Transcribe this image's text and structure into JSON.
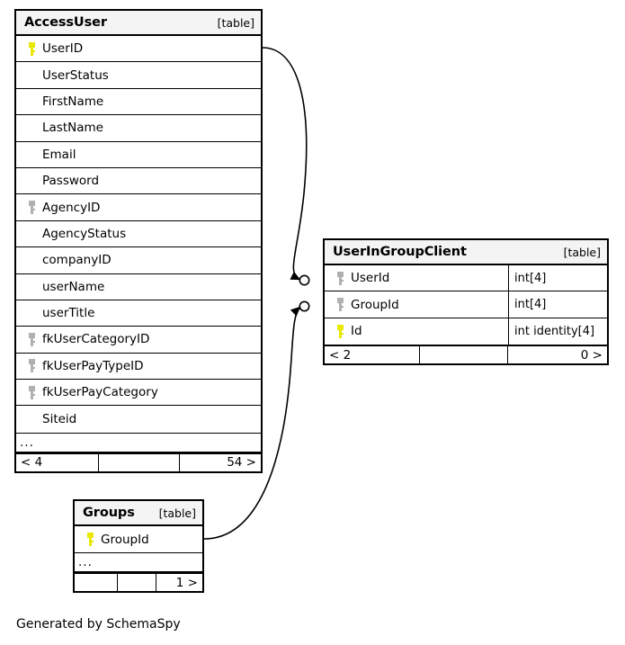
{
  "diagram": {
    "caption": "Generated by SchemaSpy",
    "table_tag": "[table]",
    "ellipsis": "...",
    "colors": {
      "primary_key": "#e8e800",
      "foreign_key": "#b0b0b0",
      "border": "#000000",
      "header_bg": "#f4f4f4",
      "background": "#ffffff"
    }
  },
  "tables": {
    "access_user": {
      "name": "AccessUser",
      "tag": "[table]",
      "columns": [
        {
          "label": "UserID",
          "key": "primary"
        },
        {
          "label": "UserStatus",
          "key": "none"
        },
        {
          "label": "FirstName",
          "key": "none"
        },
        {
          "label": "LastName",
          "key": "none"
        },
        {
          "label": "Email",
          "key": "none"
        },
        {
          "label": "Password",
          "key": "none"
        },
        {
          "label": "AgencyID",
          "key": "foreign"
        },
        {
          "label": "AgencyStatus",
          "key": "none"
        },
        {
          "label": "companyID",
          "key": "none"
        },
        {
          "label": "userName",
          "key": "none"
        },
        {
          "label": "userTitle",
          "key": "none"
        },
        {
          "label": "fkUserCategoryID",
          "key": "foreign"
        },
        {
          "label": "fkUserPayTypeID",
          "key": "foreign"
        },
        {
          "label": "fkUserPayCategory",
          "key": "foreign"
        },
        {
          "label": "Siteid",
          "key": "none"
        }
      ],
      "more_indicator": "...",
      "footer": {
        "left": "< 4",
        "middle": "",
        "right": "54 >"
      }
    },
    "user_in_group_client": {
      "name": "UserInGroupClient",
      "tag": "[table]",
      "columns": [
        {
          "label": "UserId",
          "key": "foreign",
          "type": "int[4]"
        },
        {
          "label": "GroupId",
          "key": "foreign",
          "type": "int[4]"
        },
        {
          "label": "Id",
          "key": "primary",
          "type": "int identity[4]"
        }
      ],
      "footer": {
        "left": "< 2",
        "middle": "",
        "right": "0 >"
      }
    },
    "groups": {
      "name": "Groups",
      "tag": "[table]",
      "columns": [
        {
          "label": "GroupId",
          "key": "primary"
        }
      ],
      "more_indicator": "...",
      "footer": {
        "left": "",
        "middle": "",
        "right": "1 >"
      }
    }
  },
  "relationships": [
    {
      "from": "AccessUser.UserID",
      "to": "UserInGroupClient.UserId",
      "notation": "zero-or-many"
    },
    {
      "from": "Groups.GroupId",
      "to": "UserInGroupClient.GroupId",
      "notation": "zero-or-many"
    }
  ]
}
